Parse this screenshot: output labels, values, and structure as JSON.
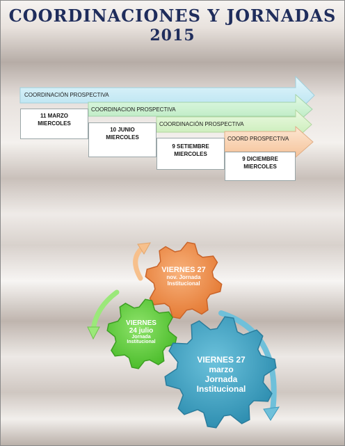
{
  "title": {
    "line1": "COORDINACIONES Y JORNADAS",
    "line2": "2015"
  },
  "timeline": [
    {
      "label": "COORDINACIÓN PROSPECTIVA",
      "line1": "11 MARZO",
      "line2": "MIERCOLES",
      "color": "#c8ecf7"
    },
    {
      "label": "COORDINACION PROSPECTIVA",
      "line1": "10 JUNIO",
      "line2": "MIERCOLES",
      "color": "#c9f0cf"
    },
    {
      "label": "COORDINACIÓN PROSPECTIVA",
      "line1": "9 SETIEMBRE",
      "line2": "MIERCOLES",
      "color": "#d7f2cc"
    },
    {
      "label": "COORD PROSPECTIVA",
      "line1": "9 DICIEMBRE",
      "line2": "MIERCOLES",
      "color": "#f9d7b7"
    }
  ],
  "gears": [
    {
      "line1": "VIERNES 27",
      "line2": "nov. Jornada",
      "line3": "Institucional",
      "color": "#f0934f"
    },
    {
      "line1": "VIERNES",
      "line2": "24 julio",
      "line3": "Jornada",
      "line4": "Institucional",
      "color": "#6cd24a"
    },
    {
      "line1": "VIERNES 27",
      "line2": "marzo",
      "line3": "Jornada",
      "line4": "Institucional",
      "color": "#46a9c8"
    }
  ]
}
